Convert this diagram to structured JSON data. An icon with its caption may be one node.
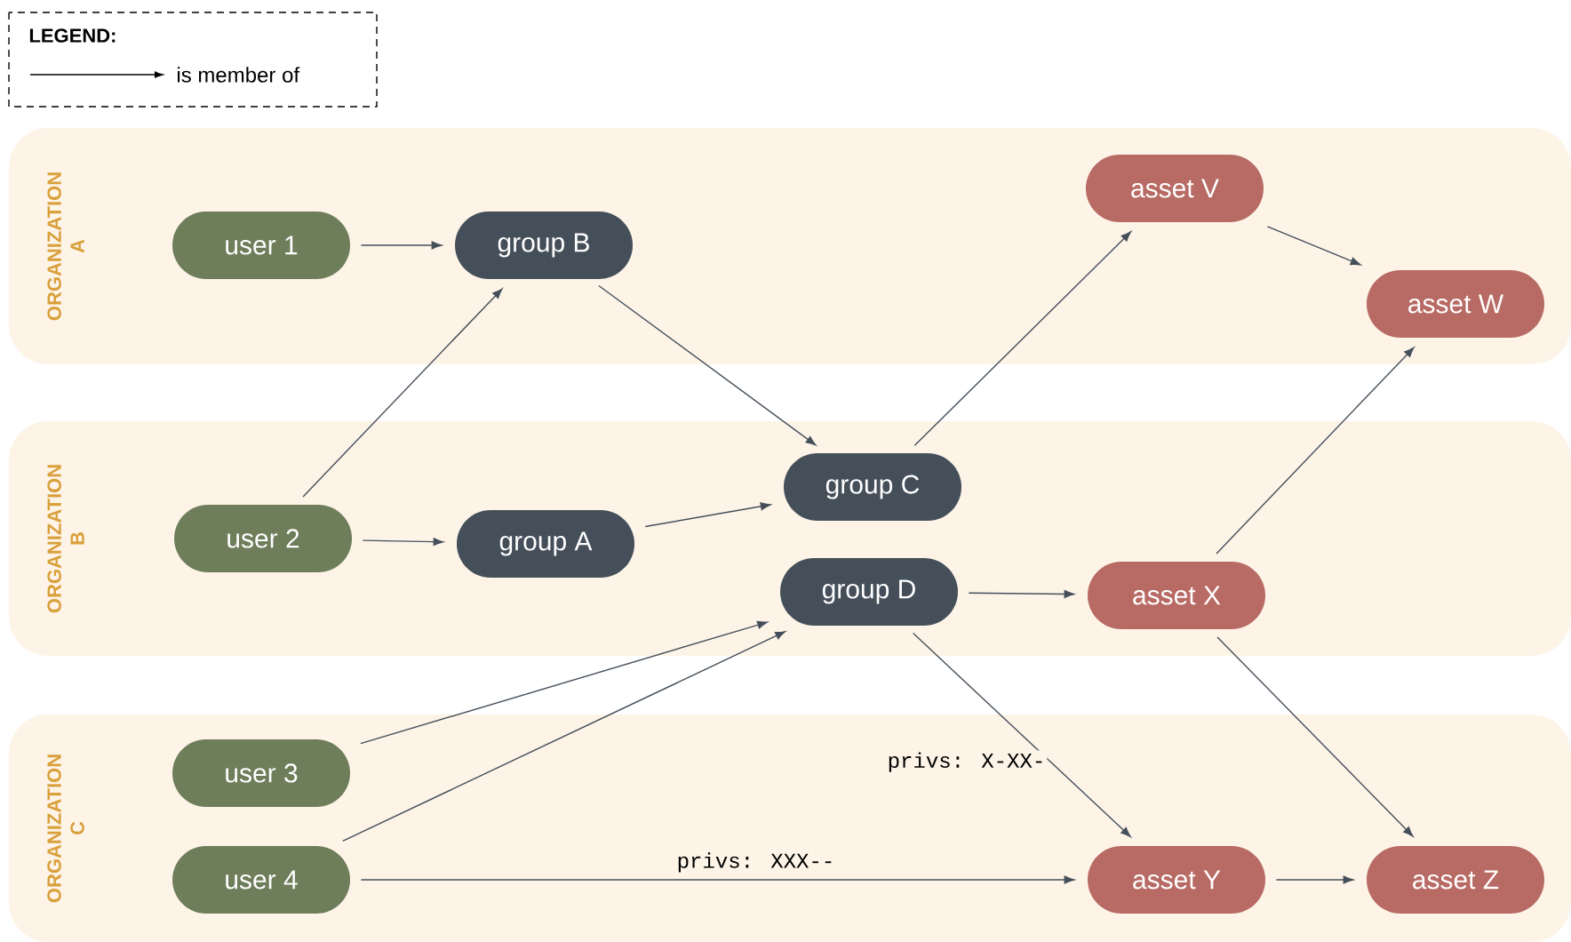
{
  "diagram": {
    "nodes": [
      {
        "text": [
          "ORGANIZATION A"
        ]
      },
      {
        "text": [
          "user 1"
        ],
        "in": 0
      },
      {
        "text": [
          "group B"
        ],
        "in": 0
      },
      {
        "text": [
          "asset V"
        ],
        "in": 0
      },
      {
        "text": [
          "asset W"
        ],
        "in": 0
      },
      {
        "text": [
          "ORGANIZATION B"
        ]
      },
      {
        "text": [
          "user 2"
        ],
        "in": 5
      },
      {
        "text": [
          "group A"
        ],
        "in": 5
      },
      {
        "text": [
          "group C"
        ],
        "in": 5
      },
      {
        "text": [
          "group D"
        ],
        "in": 5
      },
      {
        "text": [
          "asset X"
        ],
        "in": 5
      },
      {
        "text": [
          "ORGANIZATION C"
        ]
      },
      {
        "text": [
          "user 3"
        ],
        "in": 11
      },
      {
        "text": [
          "user 4"
        ],
        "in": 11
      },
      {
        "text": [
          "asset Y"
        ],
        "in": 11
      },
      {
        "text": [
          "asset Z"
        ],
        "in": 11
      }
    ],
    "edges": [
      {
        "from": 1,
        "to": 2,
        "arrow": "to"
      },
      {
        "from": 6,
        "to": 2,
        "arrow": "to"
      },
      {
        "from": 2,
        "to": 8,
        "arrow": "to"
      },
      {
        "from": 6,
        "to": 7,
        "arrow": "to"
      },
      {
        "from": 7,
        "to": 8,
        "arrow": "to"
      },
      {
        "from": 8,
        "to": 3,
        "arrow": "to"
      },
      {
        "from": 3,
        "to": 4,
        "arrow": "to"
      },
      {
        "from": 10,
        "to": 4,
        "arrow": "to"
      },
      {
        "from": 9,
        "to": 10,
        "arrow": "to"
      },
      {
        "from": 12,
        "to": 9,
        "arrow": "to"
      },
      {
        "from": 13,
        "to": 9,
        "arrow": "to"
      },
      {
        "from": 9,
        "to": 14,
        "label": "privs: X-XX-",
        "arrow": "to"
      },
      {
        "from": 13,
        "to": 14,
        "label": "privs: XXX--",
        "arrow": "to"
      },
      {
        "from": 10,
        "to": 15,
        "arrow": "to"
      },
      {
        "from": 14,
        "to": 15,
        "arrow": "to"
      }
    ],
    "labels": [
      "LEGEND:"
    ],
    "legend": [
      {
        "text": "is member of"
      }
    ]
  }
}
